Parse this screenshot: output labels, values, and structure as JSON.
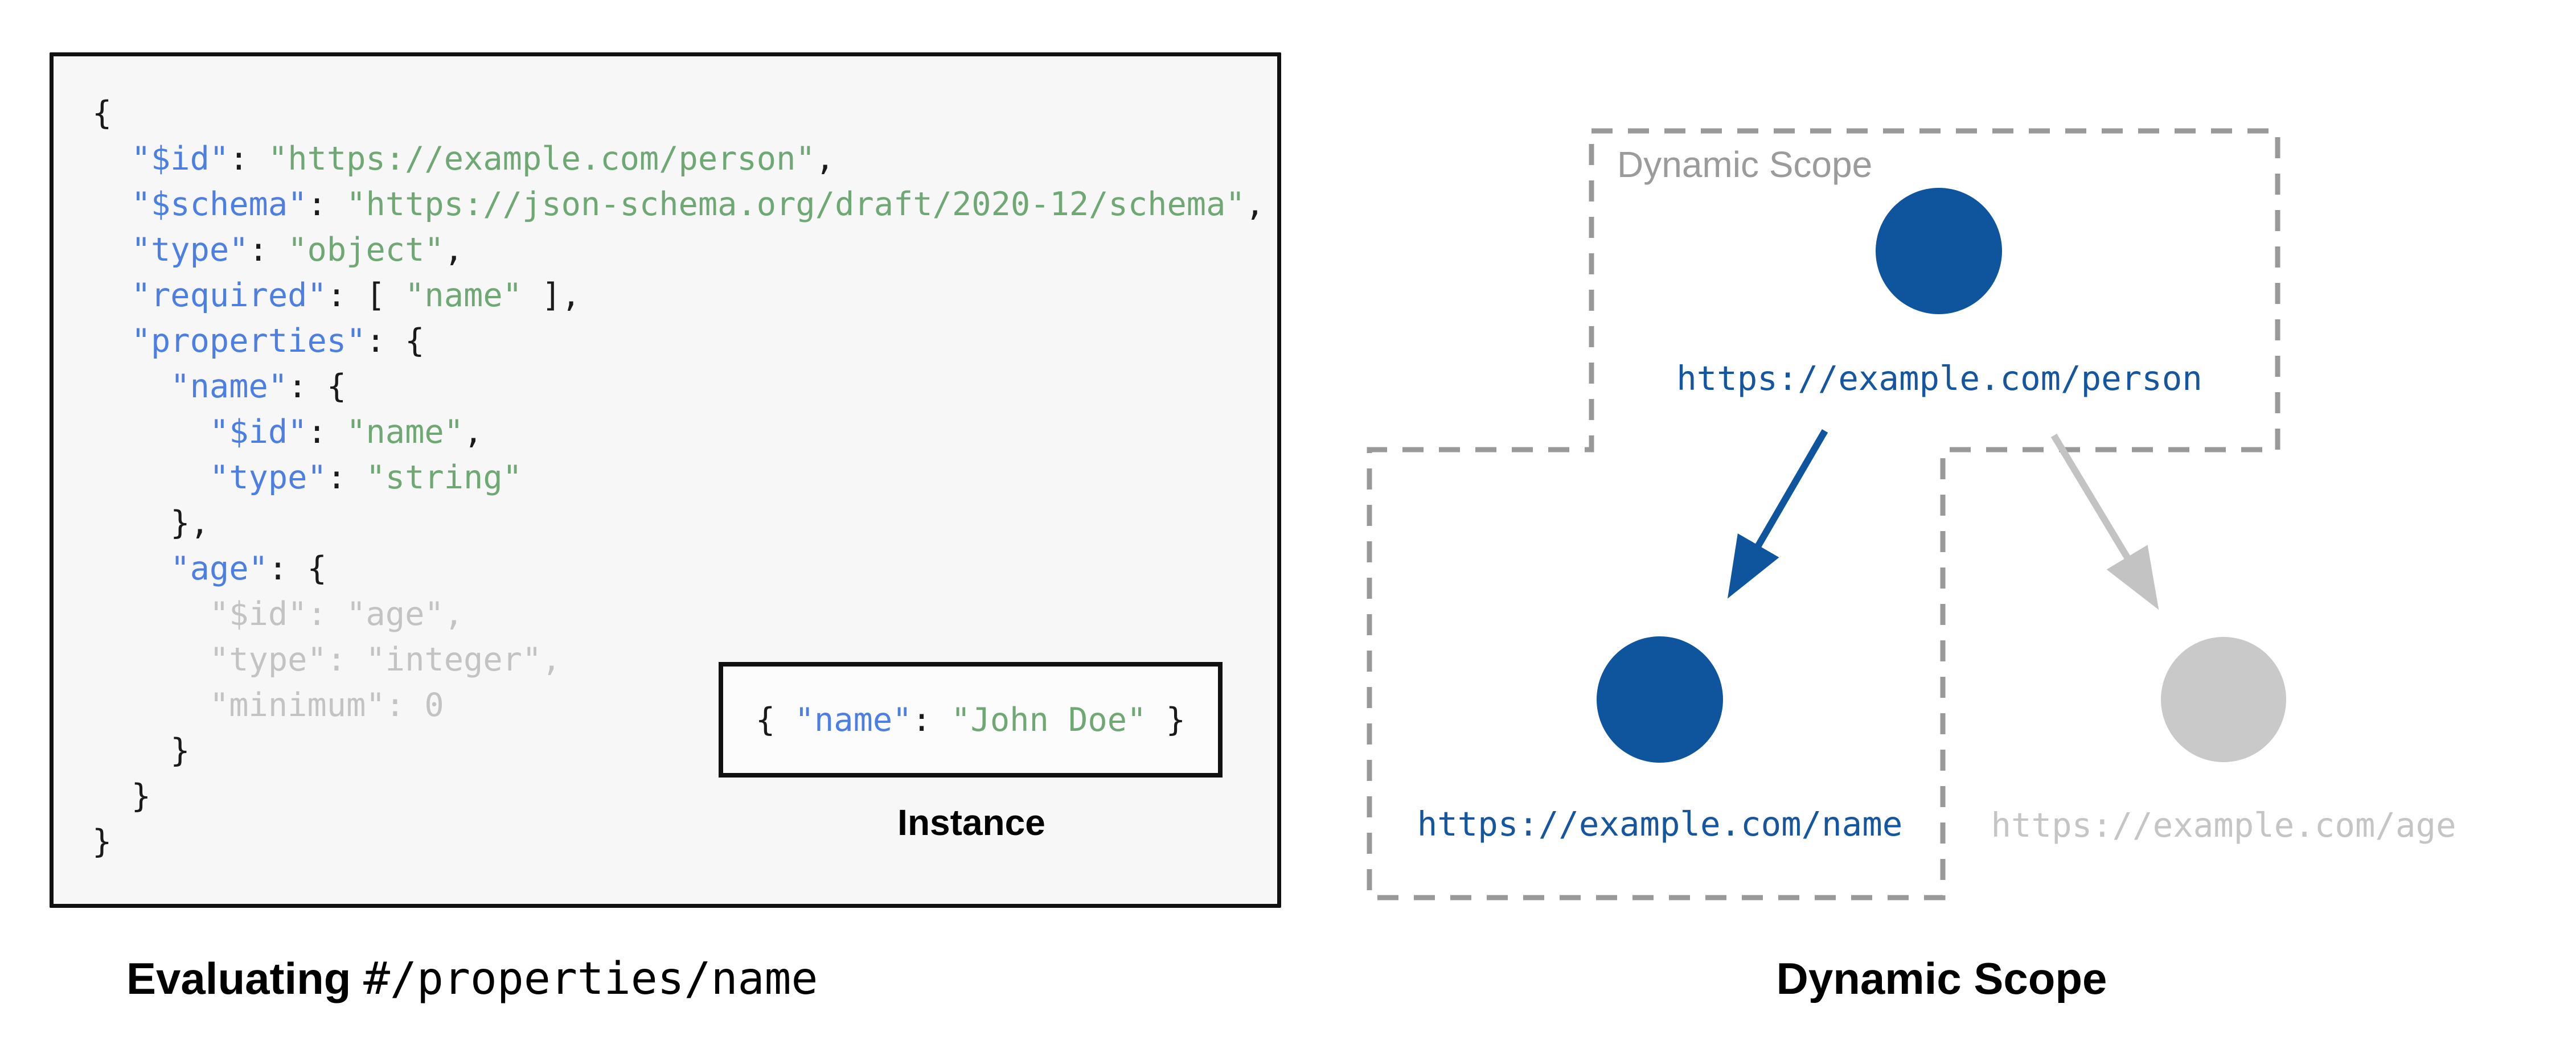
{
  "colors": {
    "key_blue": "#4d7fe3",
    "string_green": "#6fa874",
    "punct_black": "#1a1a1a",
    "muted_gray": "#c3c3c3",
    "node_blue": "#0f559e",
    "node_gray": "#c9c9c9",
    "label_blue": "#15569e",
    "label_gray": "#c5c5c5",
    "dash_gray": "#999999",
    "scope_label_gray": "#9b9b9b",
    "code_background": "#f7f7f7"
  },
  "schema_panel": {
    "code_lines": [
      [
        {
          "t": "{",
          "c": "p"
        }
      ],
      [
        {
          "t": "  ",
          "c": "p"
        },
        {
          "t": "\"$id\"",
          "c": "k"
        },
        {
          "t": ": ",
          "c": "p"
        },
        {
          "t": "\"https://example.com/person\"",
          "c": "s"
        },
        {
          "t": ",",
          "c": "p"
        }
      ],
      [
        {
          "t": "  ",
          "c": "p"
        },
        {
          "t": "\"$schema\"",
          "c": "k"
        },
        {
          "t": ": ",
          "c": "p"
        },
        {
          "t": "\"https://json-schema.org/draft/2020-12/schema\"",
          "c": "s"
        },
        {
          "t": ",",
          "c": "p"
        }
      ],
      [
        {
          "t": "  ",
          "c": "p"
        },
        {
          "t": "\"type\"",
          "c": "k"
        },
        {
          "t": ": ",
          "c": "p"
        },
        {
          "t": "\"object\"",
          "c": "s"
        },
        {
          "t": ",",
          "c": "p"
        }
      ],
      [
        {
          "t": "  ",
          "c": "p"
        },
        {
          "t": "\"required\"",
          "c": "k"
        },
        {
          "t": ": [ ",
          "c": "p"
        },
        {
          "t": "\"name\"",
          "c": "s"
        },
        {
          "t": " ],",
          "c": "p"
        }
      ],
      [
        {
          "t": "  ",
          "c": "p"
        },
        {
          "t": "\"properties\"",
          "c": "k"
        },
        {
          "t": ": {",
          "c": "p"
        }
      ],
      [
        {
          "t": "    ",
          "c": "p"
        },
        {
          "t": "\"name\"",
          "c": "k"
        },
        {
          "t": ": {",
          "c": "p"
        }
      ],
      [
        {
          "t": "      ",
          "c": "p"
        },
        {
          "t": "\"$id\"",
          "c": "k"
        },
        {
          "t": ": ",
          "c": "p"
        },
        {
          "t": "\"name\"",
          "c": "s"
        },
        {
          "t": ",",
          "c": "p"
        }
      ],
      [
        {
          "t": "      ",
          "c": "p"
        },
        {
          "t": "\"type\"",
          "c": "k"
        },
        {
          "t": ": ",
          "c": "p"
        },
        {
          "t": "\"string\"",
          "c": "s"
        }
      ],
      [
        {
          "t": "    },",
          "c": "p"
        }
      ],
      [
        {
          "t": "    ",
          "c": "p"
        },
        {
          "t": "\"age\"",
          "c": "k"
        },
        {
          "t": ": {",
          "c": "p"
        }
      ],
      [
        {
          "t": "      \"$id\": \"age\",",
          "c": "g"
        }
      ],
      [
        {
          "t": "      \"type\": \"integer\",",
          "c": "g"
        }
      ],
      [
        {
          "t": "      \"minimum\": 0",
          "c": "g"
        }
      ],
      [
        {
          "t": "    }",
          "c": "p"
        }
      ],
      [
        {
          "t": "  }",
          "c": "p"
        }
      ],
      [
        {
          "t": "}",
          "c": "p"
        }
      ]
    ],
    "instance_box": {
      "tokens": [
        {
          "t": "{ ",
          "c": "p"
        },
        {
          "t": "\"name\"",
          "c": "k"
        },
        {
          "t": ": ",
          "c": "p"
        },
        {
          "t": "\"John Doe\"",
          "c": "s"
        },
        {
          "t": " }",
          "c": "p"
        }
      ],
      "label": "Instance"
    },
    "caption": {
      "bold": "Evaluating",
      "mono": "#/properties/name"
    }
  },
  "scope_panel": {
    "scope_label": "Dynamic Scope",
    "caption": "Dynamic Scope",
    "nodes": {
      "person": {
        "label": "https://example.com/person",
        "state": "in-scope"
      },
      "name": {
        "label": "https://example.com/name",
        "state": "in-scope"
      },
      "age": {
        "label": "https://example.com/age",
        "state": "out-of-scope"
      }
    }
  }
}
